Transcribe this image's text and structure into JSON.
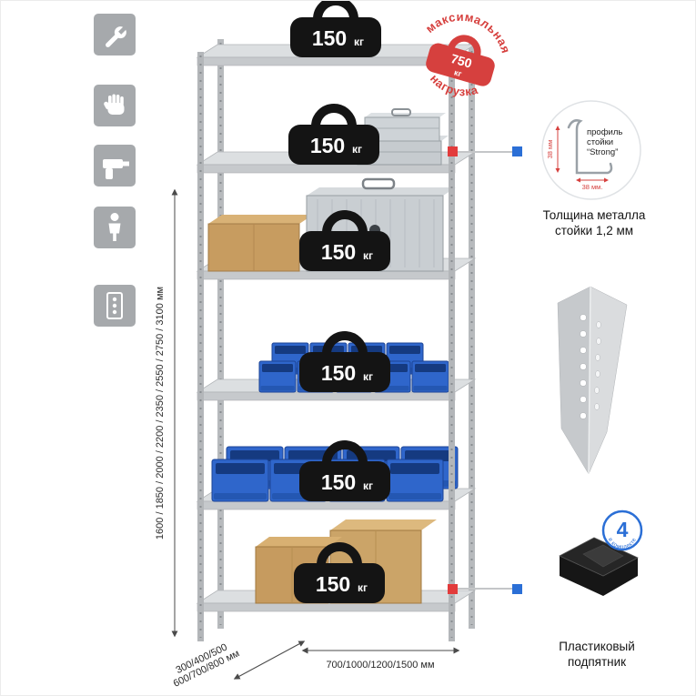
{
  "colors": {
    "red": "#d6403e",
    "blue": "#2b6fd6",
    "icon_bg": "#a6a9ac"
  },
  "left_icons": [
    {
      "name": "wrench-icon"
    },
    {
      "name": "gloves-icon"
    },
    {
      "name": "drill-icon"
    },
    {
      "name": "person-icon"
    },
    {
      "name": "rack-panel-icon"
    }
  ],
  "dimensions": {
    "height": "1600 / 1850 / 2000 / 2200 / 2350 / 2550 / 2750 / 3100 мм",
    "depth_line1": "300/400/500",
    "depth_line2": "600/700/800 мм",
    "width": "700/1000/1200/1500 мм"
  },
  "shelf_weights": [
    {
      "value": "150",
      "unit": "кг"
    },
    {
      "value": "150",
      "unit": "кг"
    },
    {
      "value": "150",
      "unit": "кг"
    },
    {
      "value": "150",
      "unit": "кг"
    },
    {
      "value": "150",
      "unit": "кг"
    },
    {
      "value": "150",
      "unit": "кг"
    }
  ],
  "max_load_stamp": {
    "arc_top": "максимальная",
    "arc_bottom": "нагрузка",
    "value": "750",
    "unit": "кг"
  },
  "profile_callout": {
    "label_line1": "профиль",
    "label_line2": "стойки",
    "label_line3": "“Strong”",
    "dim_vertical": "38 мм",
    "dim_horizontal": "38 мм.",
    "caption_line1": "Толщина металла",
    "caption_line2": "стойки 1,2 мм"
  },
  "foot_callout": {
    "badge_value": "4",
    "badge_text": "в комплекте",
    "caption_line1": "Пластиковый",
    "caption_line2": "подпятник"
  }
}
